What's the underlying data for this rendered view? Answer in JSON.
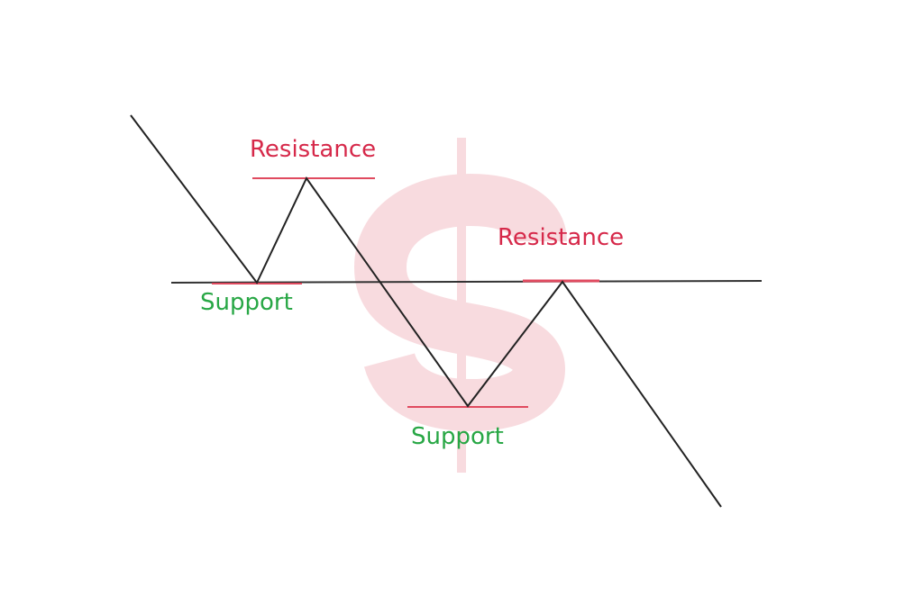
{
  "labels": {
    "resistance_1": "Resistance",
    "resistance_2": "Resistance",
    "support_1": "Support",
    "support_2": "Support"
  },
  "colors": {
    "resistance": "#d6294a",
    "support": "#28a745",
    "price_line": "#222222",
    "watermark": "#f6d4d8"
  },
  "icons": {
    "watermark": "dollar-sign-watermark-icon"
  }
}
